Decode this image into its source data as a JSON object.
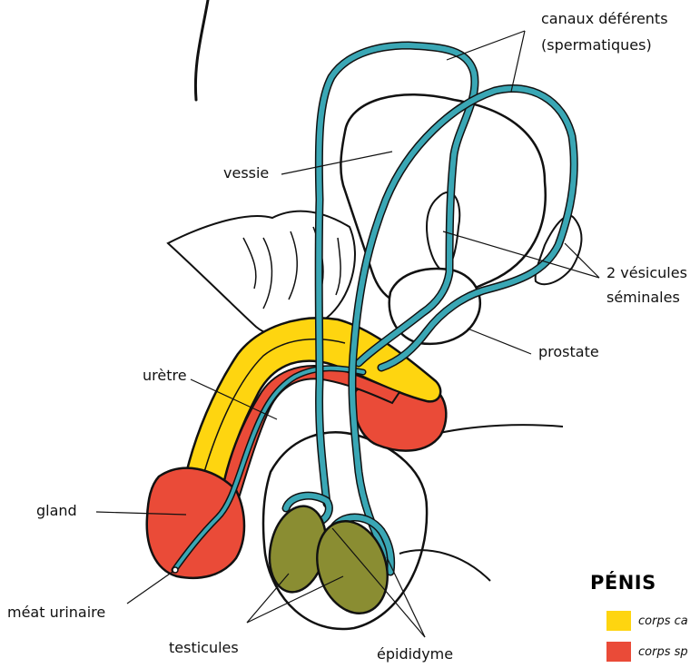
{
  "labels": {
    "vas_deferens_line1": "canaux déférents",
    "vas_deferens_line2": "(spermatiques)",
    "bladder": "vessie",
    "seminal_line1": "2 vésicules",
    "seminal_line2": "séminales",
    "prostate": "prostate",
    "urethra": "urètre",
    "glans": "gland",
    "meatus": "méat urinaire",
    "testicles": "testicules",
    "epididymis": "épididyme"
  },
  "legend": {
    "title": "PÉNIS",
    "items": [
      {
        "label": "corps ca",
        "color": "#fed510"
      },
      {
        "label": "corps sp",
        "color": "#ea4b38"
      }
    ]
  },
  "colors": {
    "duct": "#3aa7b5",
    "testicle": "#8a8d32",
    "outline": "#111111"
  }
}
